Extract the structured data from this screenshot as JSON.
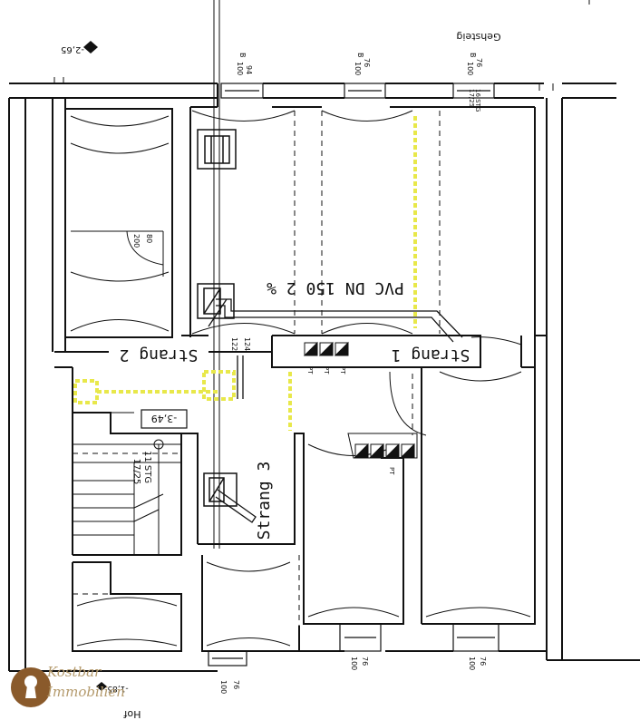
{
  "plan": {
    "pipe_label": "PVC DN 150 2 %",
    "strang_1": "Strang 1",
    "strang_2": "Strang 2",
    "strang_3": "Strang 3",
    "gehsteig": "Gehsteig",
    "level_top": "-2,65",
    "level_stair": "-3,49",
    "level_bottom": "-1,85",
    "hof": "Hof",
    "stair_note_1": "11 STG",
    "stair_note_2": "17/25",
    "window_top_left_w": "94",
    "window_top_left_h": "100",
    "window_top_mid_w": "76",
    "window_top_mid_h": "100",
    "window_top_right_w": "76",
    "window_top_right_h": "100",
    "window_bottom_left_w": "76",
    "window_bottom_left_h": "100",
    "window_bottom_mid_w": "76",
    "window_bottom_mid_h": "100",
    "window_bottom_right_w": "76",
    "window_bottom_right_h": "100",
    "door_w": "80",
    "door_h": "200",
    "dim_1": "122",
    "dim_2": "124",
    "pt_label": "PT",
    "b_label": "B",
    "step_note": "16 STG",
    "step_ratio": "17/25"
  },
  "watermark": {
    "line1": "Kostbar",
    "line2": "Immobilien"
  },
  "colors": {
    "highlight": "#e8e84a",
    "wall": "#111111",
    "brand": "#b49a6c",
    "brand_dark": "#8a5a2b"
  }
}
